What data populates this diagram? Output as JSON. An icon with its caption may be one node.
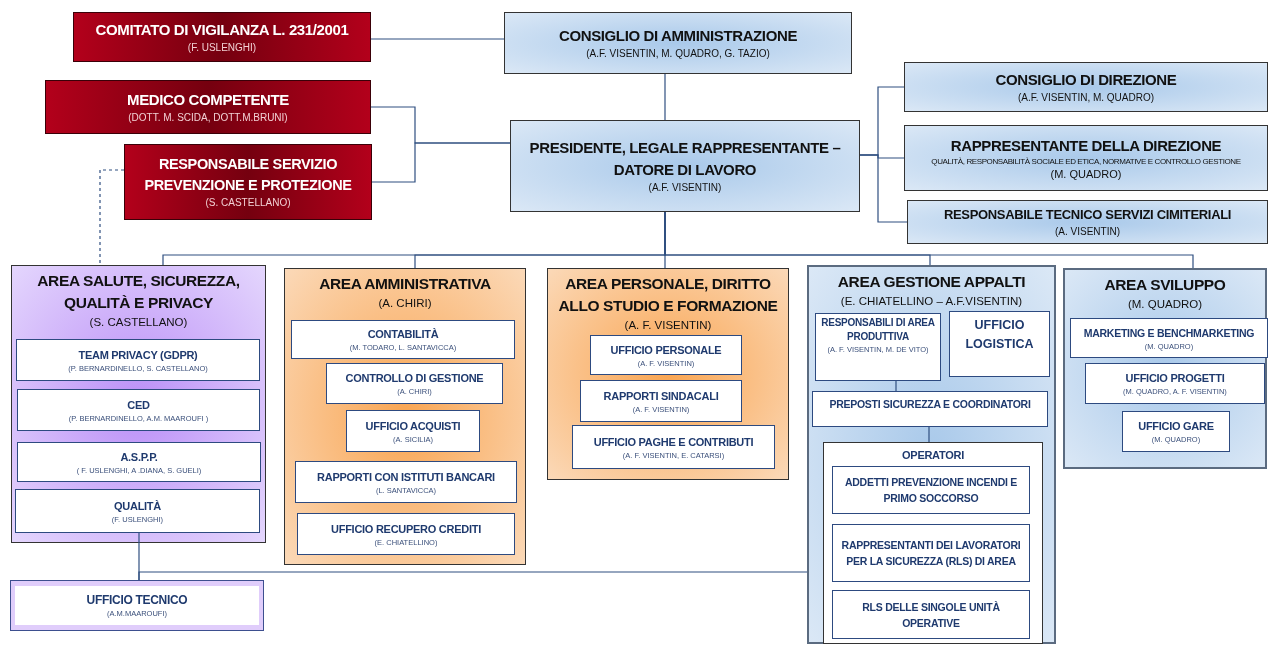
{
  "diagram": {
    "nodes": [
      {
        "text": [
          "COMITATO DI VIGILANZA L. 231/2001",
          "(F. USLENGHI)"
        ]
      },
      {
        "text": [
          "CONSIGLIO DI AMMINISTRAZIONE",
          "(A.F. VISENTIN, M. QUADRO, G. TAZIO)"
        ]
      },
      {
        "text": [
          "MEDICO COMPETENTE",
          "(DOTT. M. SCIDA, DOTT.M.BRUNI)"
        ]
      },
      {
        "text": [
          "RESPONSABILE SERVIZIO PREVENZIONE E PROTEZIONE",
          "(S. CASTELLANO)"
        ]
      },
      {
        "text": [
          "PRESIDENTE, LEGALE RAPPRESENTANTE – DATORE DI LAVORO",
          "(A.F. VISENTIN)"
        ]
      },
      {
        "text": [
          "CONSIGLIO DI DIREZIONE",
          "(A.F. VISENTIN, M. QUADRO)"
        ]
      },
      {
        "text": [
          "RAPPRESENTANTE DELLA DIREZIONE",
          "QUALITÀ, RESPONSABILITÀ SOCIALE ED ETICA, NORMATIVE E CONTROLLO GESTIONE",
          "(M. QUADRO)"
        ]
      },
      {
        "text": [
          "RESPONSABILE TECNICO SERVIZI CIMITERIALI",
          "(A. VISENTIN)"
        ]
      },
      {
        "text": [
          "AREA SALUTE, SICUREZZA, QUALITÀ E PRIVACY",
          "(S. CASTELLANO)"
        ]
      },
      {
        "text": [
          "TEAM PRIVACY (GDPR)",
          "(P. BERNARDINELLO, S. CASTELLANO)"
        ],
        "in": 8
      },
      {
        "text": [
          "CED",
          "(P. BERNARDINELLO, A.M. MAAROUFI )"
        ],
        "in": 8
      },
      {
        "text": [
          "A.S.P.P.",
          "( F. USLENGHI, A .DIANA, S. GUELI)"
        ],
        "in": 8
      },
      {
        "text": [
          "QUALITÀ",
          "(F. USLENGHI)"
        ],
        "in": 8
      },
      {
        "text": [
          "AREA AMMINISTRATIVA",
          "(A. CHIRI)"
        ]
      },
      {
        "text": [
          "CONTABILITÀ",
          "(M. TODARO, L. SANTAVICCA)"
        ],
        "in": 13
      },
      {
        "text": [
          "CONTROLLO DI GESTIONE",
          "(A. CHIRI)"
        ],
        "in": 13
      },
      {
        "text": [
          "UFFICIO ACQUISTI",
          "(A. SICILIA)"
        ],
        "in": 13
      },
      {
        "text": [
          "RAPPORTI CON ISTITUTI BANCARI",
          "(L. SANTAVICCA)"
        ],
        "in": 13
      },
      {
        "text": [
          "UFFICIO RECUPERO CREDITI",
          "(E. CHIATELLINO)"
        ],
        "in": 13
      },
      {
        "text": [
          "AREA PERSONALE, DIRITTO ALLO STUDIO E FORMAZIONE",
          "(A. F. VISENTIN)"
        ]
      },
      {
        "text": [
          "UFFICIO PERSONALE",
          "(A. F. VISENTIN)"
        ],
        "in": 19
      },
      {
        "text": [
          "RAPPORTI SINDACALI",
          "(A. F. VISENTIN)"
        ],
        "in": 19
      },
      {
        "text": [
          "UFFICIO PAGHE E CONTRIBUTI",
          "(A. F. VISENTIN, E. CATARSI)"
        ],
        "in": 19
      },
      {
        "text": [
          "AREA GESTIONE APPALTI",
          "(E. CHIATELLINO – A.F.VISENTIN)"
        ]
      },
      {
        "text": [
          "RESPONSABILI DI AREA PRODUTTIVA",
          "(A. F. VISENTIN, M. DE VITO)"
        ],
        "in": 23
      },
      {
        "text": [
          "UFFICIO LOGISTICA"
        ],
        "in": 23
      },
      {
        "text": [
          "PREPOSTI SICUREZZA E COORDINATORI"
        ],
        "in": 23
      },
      {
        "text": [
          "OPERATORI"
        ],
        "in": 23
      },
      {
        "text": [
          "ADDETTI PREVENZIONE INCENDI E PRIMO SOCCORSO"
        ],
        "in": 27
      },
      {
        "text": [
          "RAPPRESENTANTI DEI LAVORATORI PER LA SICUREZZA (RLS) DI AREA"
        ],
        "in": 27
      },
      {
        "text": [
          "RLS DELLE SINGOLE UNITÀ OPERATIVE"
        ],
        "in": 27
      },
      {
        "text": [
          "AREA SVILUPPO",
          "(M. QUADRO)"
        ]
      },
      {
        "text": [
          "MARKETING E BENCHMARKETING",
          "(M. QUADRO)"
        ],
        "in": 31
      },
      {
        "text": [
          "UFFICIO PROGETTI",
          "(M. QUADRO, A. F. VISENTIN)"
        ],
        "in": 31
      },
      {
        "text": [
          "UFFICIO GARE",
          "(M. QUADRO)"
        ],
        "in": 31
      },
      {
        "text": [
          "UFFICIO TECNICO",
          "(A.M.MAAROUFI)"
        ]
      }
    ],
    "edges": [
      {
        "from": 0,
        "to": 1,
        "arrow": "none"
      },
      {
        "from": 1,
        "to": 4,
        "arrow": "none"
      },
      {
        "from": 2,
        "to": 4,
        "arrow": "none"
      },
      {
        "from": 3,
        "to": 4,
        "arrow": "none"
      },
      {
        "from": 4,
        "to": 5,
        "arrow": "none"
      },
      {
        "from": 4,
        "to": 6,
        "arrow": "none"
      },
      {
        "from": 4,
        "to": 7,
        "arrow": "none"
      },
      {
        "from": 4,
        "to": 8,
        "arrow": "none"
      },
      {
        "from": 4,
        "to": 13,
        "arrow": "none"
      },
      {
        "from": 4,
        "to": 19,
        "arrow": "none"
      },
      {
        "from": 4,
        "to": 23,
        "arrow": "none"
      },
      {
        "from": 4,
        "to": 31,
        "arrow": "none"
      },
      {
        "from": 3,
        "to": 8,
        "arrow": "none",
        "style": "dashed"
      },
      {
        "from": 12,
        "to": 35,
        "arrow": "none"
      },
      {
        "from": 23,
        "to": 35,
        "arrow": "none"
      },
      {
        "from": 24,
        "to": 26,
        "arrow": "none"
      },
      {
        "from": 26,
        "to": 27,
        "arrow": "none"
      }
    ]
  }
}
